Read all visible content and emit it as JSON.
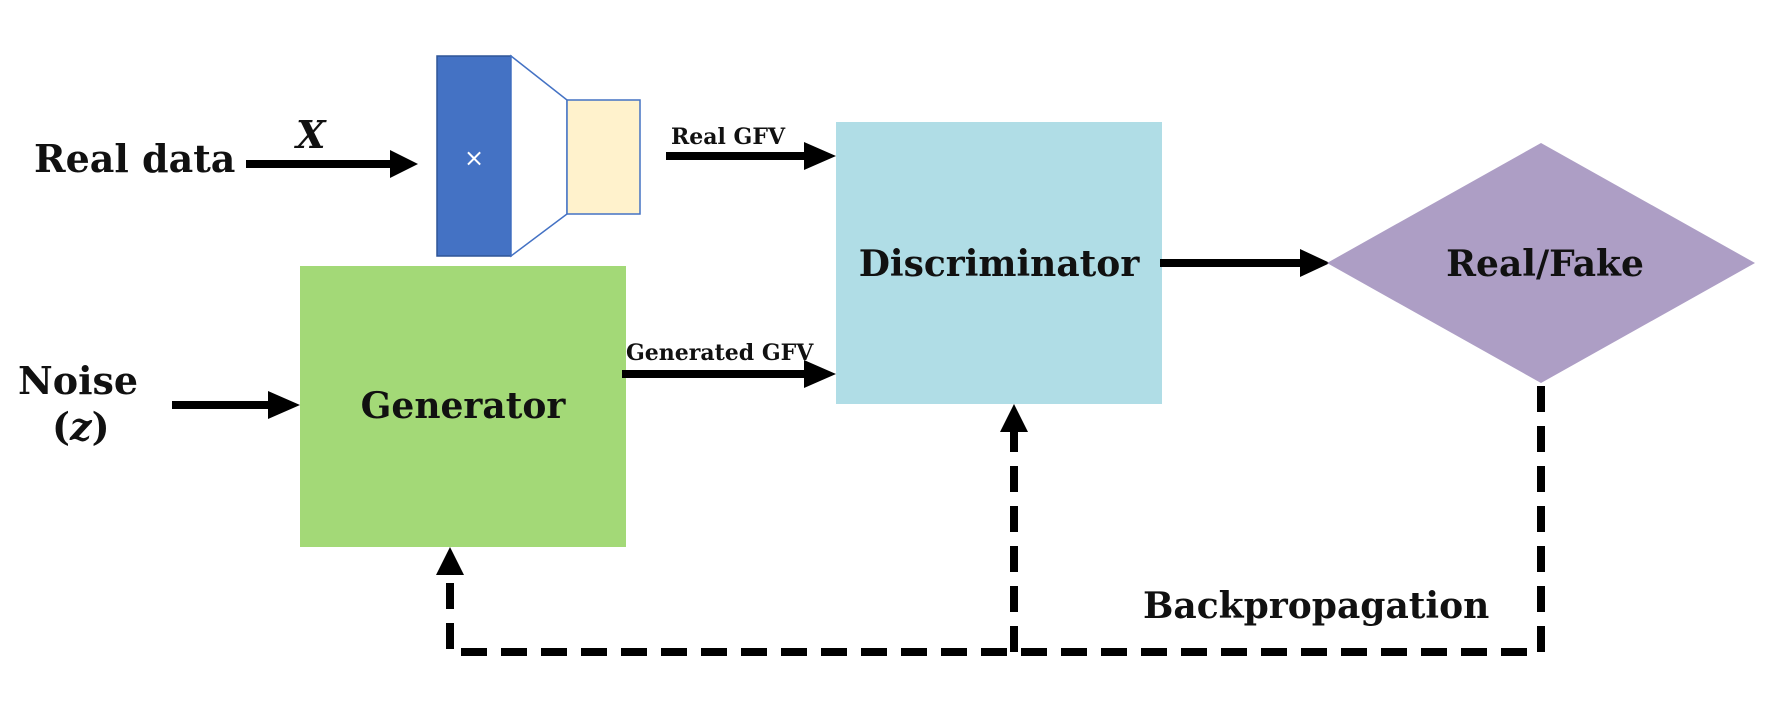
{
  "diagram": {
    "real_data_label": "Real data",
    "x_label": "X",
    "encoder_mark": "×",
    "real_gfv_label": "Real GFV",
    "discriminator_label": "Discriminator",
    "real_fake_label": "Real/Fake",
    "noise_label": "Noise",
    "noise_open": "(",
    "noise_symbol": "z",
    "noise_close": ")",
    "generator_label": "Generator",
    "generated_gfv_label": "Generated GFV",
    "backprop_label": "Backpropagation"
  },
  "colors": {
    "encoder_blue": "#4472c4",
    "encoder_yellow": "#fff2cc",
    "generator_green": "#a3d977",
    "discriminator_blue": "#b0dde6",
    "decision_purple": "#ad9ec5",
    "arrow_black": "#000000"
  }
}
